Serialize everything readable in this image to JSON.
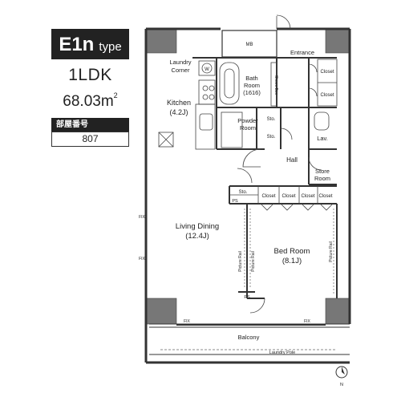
{
  "unit": {
    "type_code": "E1n",
    "type_word": "type",
    "layout": "1LDK",
    "area": "68.03",
    "area_unit": "m",
    "area_unit_power": "2",
    "room_number_label": "部屋番号",
    "room_number": "807"
  },
  "rooms": {
    "mb": "MB",
    "entrance": "Entrance",
    "laundry_line1": "Laundry",
    "laundry_line2": "Corner",
    "washer": "W",
    "bath_line1": "Bath",
    "bath_line2": "Room",
    "bath_line3": "(1616)",
    "shoes_box": "Shoes Box",
    "closet_entrance_1": "Closet",
    "closet_entrance_2": "Closet",
    "kitchen": "Kitchen",
    "kitchen_size": "(4.2J)",
    "powder_line1": "Powder",
    "powder_line2": "Room",
    "sto_powder_1": "Sto.",
    "sto_powder_2": "Sto.",
    "lav": "Lav.",
    "hall": "Hall",
    "store_line1": "Store",
    "store_line2": "Room",
    "sto_hall": "Sto.",
    "ps_top": "PS",
    "closet_1": "Closet",
    "closet_2": "Closet",
    "closet_3": "Closet",
    "closet_4": "Closet",
    "living": "Living Dining",
    "living_size": "(12.4J)",
    "fix_1": "FIX",
    "fix_2": "FIX",
    "picture_rail_1": "Picture Rail",
    "picture_rail_2": "Picture Rail",
    "picture_rail_3": "Picture Rail",
    "bedroom": "Bed Room",
    "bedroom_size": "(8.1J)",
    "ps_bottom": "PS",
    "fix_3": "FIX",
    "fix_4": "FIX",
    "balcony": "Balcony",
    "laundry_pole": "Laundry Pole",
    "north": "N"
  }
}
